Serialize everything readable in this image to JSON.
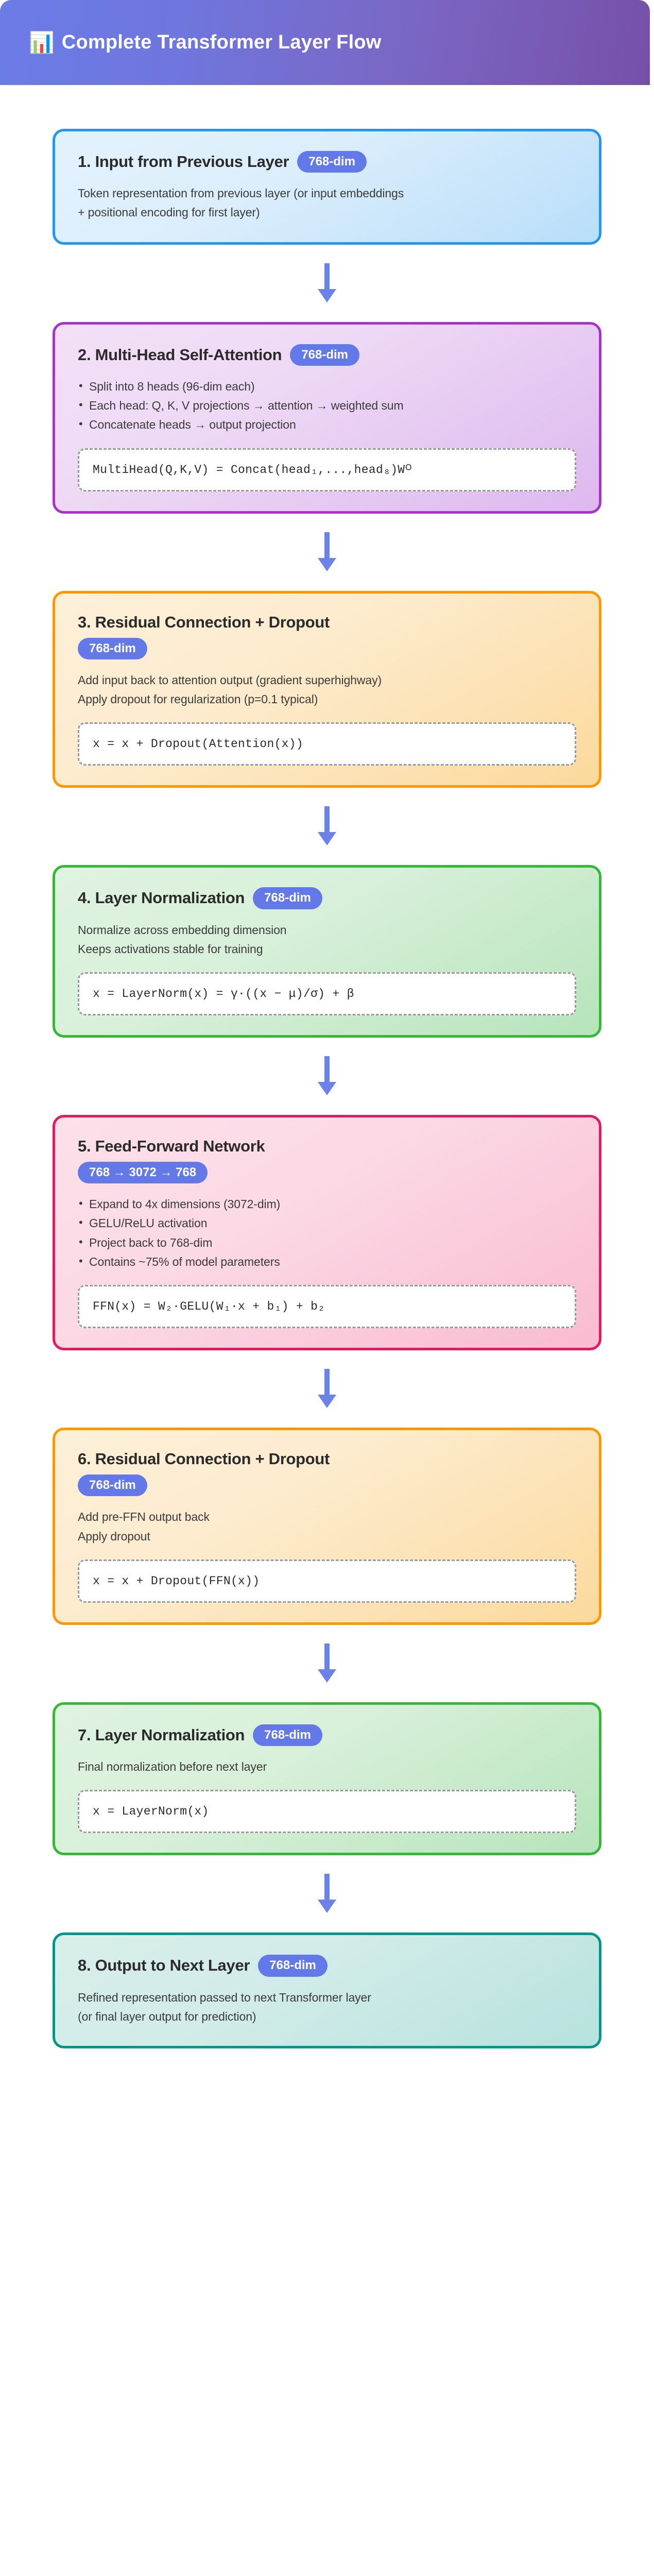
{
  "header": {
    "icon": "bar-chart-icon",
    "icon_glyph": "📊",
    "title": "Complete Transformer Layer Flow",
    "gradient_from": "#6b7ce8",
    "gradient_to": "#7650a8"
  },
  "arrow": {
    "name": "down-arrow",
    "color": "#6b82e8"
  },
  "badge_color": "#6479e8",
  "steps": [
    {
      "id": "step-1",
      "theme": "theme-blue",
      "border_color": "#2196f3",
      "title": "1. Input from Previous Layer",
      "badge": "768-dim",
      "badge_inline": true,
      "lines": [
        {
          "text": "Token representation from previous layer (or input embeddings",
          "bullet": false
        },
        {
          "text": "+ positional encoding for first layer)",
          "bullet": false
        }
      ],
      "formula": null
    },
    {
      "id": "step-2",
      "theme": "theme-purple",
      "border_color": "#a533cc",
      "title": "2. Multi-Head Self-Attention",
      "badge": "768-dim",
      "badge_inline": true,
      "lines": [
        {
          "text": "Split into 8 heads (96-dim each)",
          "bullet": true
        },
        {
          "text": "Each head: Q, K, V projections → attention → weighted sum",
          "bullet": true
        },
        {
          "text": "Concatenate heads → output projection",
          "bullet": true
        }
      ],
      "formula": "MultiHead(Q,K,V) = Concat(head₁,...,head₈)Wᴼ"
    },
    {
      "id": "step-3",
      "theme": "theme-orange",
      "border_color": "#ff9800",
      "title": "3. Residual Connection + Dropout",
      "badge": "768-dim",
      "badge_inline": false,
      "lines": [
        {
          "text": "Add input back to attention output (gradient superhighway)",
          "bullet": false
        },
        {
          "text": "Apply dropout for regularization (p=0.1 typical)",
          "bullet": false
        }
      ],
      "formula": "x = x + Dropout(Attention(x))"
    },
    {
      "id": "step-4",
      "theme": "theme-green",
      "border_color": "#35b838",
      "title": "4. Layer Normalization",
      "badge": "768-dim",
      "badge_inline": true,
      "lines": [
        {
          "text": "Normalize across embedding dimension",
          "bullet": false
        },
        {
          "text": "Keeps activations stable for training",
          "bullet": false
        }
      ],
      "formula": "x = LayerNorm(x) = γ·((x − μ)/σ) + β"
    },
    {
      "id": "step-5",
      "theme": "theme-pink",
      "border_color": "#e8185e",
      "title": "5. Feed-Forward Network",
      "badge": "768 → 3072 → 768",
      "badge_inline": false,
      "lines": [
        {
          "text": "Expand to 4x dimensions (3072-dim)",
          "bullet": true
        },
        {
          "text": "GELU/ReLU activation",
          "bullet": true
        },
        {
          "text": "Project back to 768-dim",
          "bullet": true
        },
        {
          "text": "Contains ~75% of model parameters",
          "bullet": true
        }
      ],
      "formula": "FFN(x) = W₂·GELU(W₁·x + b₁) + b₂"
    },
    {
      "id": "step-6",
      "theme": "theme-orange",
      "border_color": "#ff9800",
      "title": "6. Residual Connection + Dropout",
      "badge": "768-dim",
      "badge_inline": false,
      "lines": [
        {
          "text": "Add pre-FFN output back",
          "bullet": false
        },
        {
          "text": "Apply dropout",
          "bullet": false
        }
      ],
      "formula": "x = x + Dropout(FFN(x))"
    },
    {
      "id": "step-7",
      "theme": "theme-green",
      "border_color": "#35b838",
      "title": "7. Layer Normalization",
      "badge": "768-dim",
      "badge_inline": true,
      "lines": [
        {
          "text": "Final normalization before next layer",
          "bullet": false
        }
      ],
      "formula": "x = LayerNorm(x)"
    },
    {
      "id": "step-8",
      "theme": "theme-teal",
      "border_color": "#009688",
      "title": "8. Output to Next Layer",
      "badge": "768-dim",
      "badge_inline": true,
      "lines": [
        {
          "text": "Refined representation passed to next Transformer layer",
          "bullet": false
        },
        {
          "text": "(or final layer output for prediction)",
          "bullet": false
        }
      ],
      "formula": null
    }
  ]
}
